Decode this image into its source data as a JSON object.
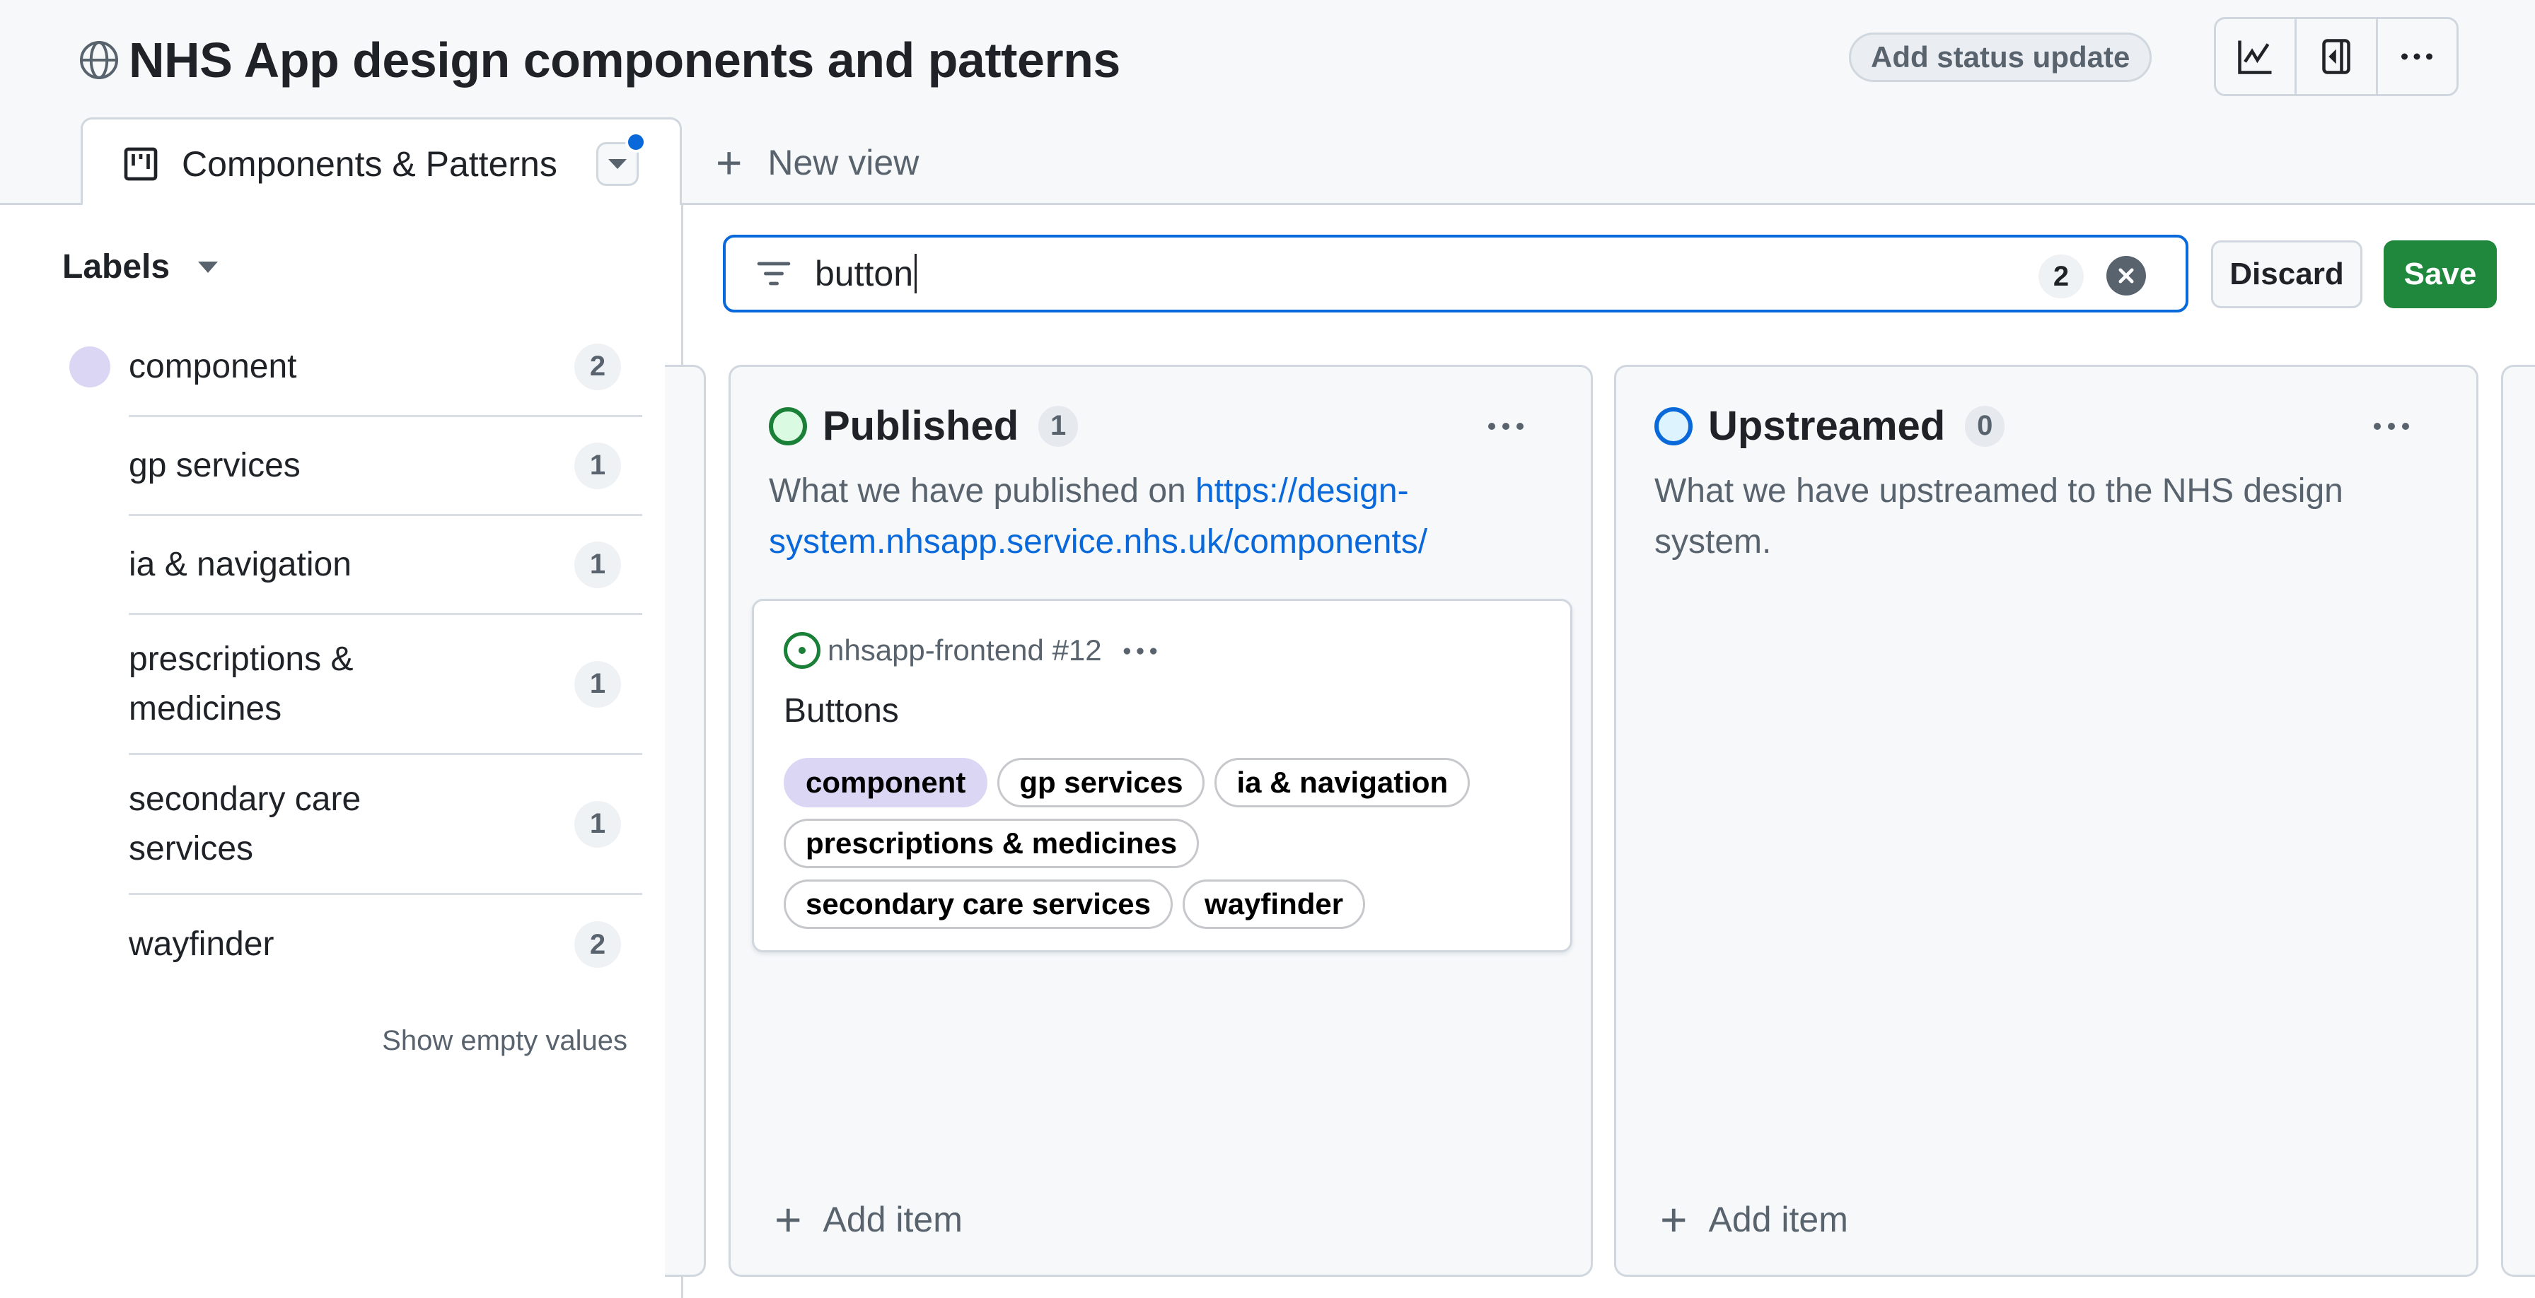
{
  "header": {
    "title": "NHS App design components and patterns",
    "visibility_icon": "globe-icon",
    "status_button": "Add status update",
    "icon_buttons": [
      "insights-graph-icon",
      "sidebar-collapse-icon",
      "kebab-horizontal-icon"
    ]
  },
  "tabs": {
    "active": {
      "label": "Components & Patterns",
      "icon": "project-board-icon",
      "has_unsaved_changes": true
    },
    "new_view": "New view"
  },
  "sidebar": {
    "title": "Labels",
    "items": [
      {
        "name": "component",
        "count": "2",
        "swatch": "#dcd6f5"
      },
      {
        "name": "gp services",
        "count": "1"
      },
      {
        "name": "ia & navigation",
        "count": "1"
      },
      {
        "name": "prescriptions & medicines",
        "count": "1"
      },
      {
        "name": "secondary care services",
        "count": "1"
      },
      {
        "name": "wayfinder",
        "count": "2"
      }
    ],
    "show_empty": "Show empty values"
  },
  "filter": {
    "value": "button",
    "match_count": "2",
    "discard": "Discard",
    "save": "Save"
  },
  "columns": [
    {
      "name": "Published",
      "count": "1",
      "status_color": "#1a7f37",
      "status_fill": "#dafbe1",
      "desc_prefix": "What we have published on ",
      "desc_link": "https://design-system.nhsapp.service.nhs.uk/components/",
      "add_item": "Add item",
      "cards": [
        {
          "repo": "nhsapp-frontend #12",
          "title": "Buttons",
          "labels": [
            "component",
            "gp services",
            "ia & navigation",
            "prescriptions & medicines",
            "secondary care services",
            "wayfinder"
          ]
        }
      ]
    },
    {
      "name": "Upstreamed",
      "count": "0",
      "status_color": "#0969da",
      "status_fill": "#ddf4ff",
      "description": "What we have upstreamed to the NHS design system.",
      "add_item": "Add item",
      "cards": []
    }
  ],
  "colors": {
    "accent": "#0969da",
    "save_green": "#1f883d",
    "component_label": "#dcd6f5"
  }
}
